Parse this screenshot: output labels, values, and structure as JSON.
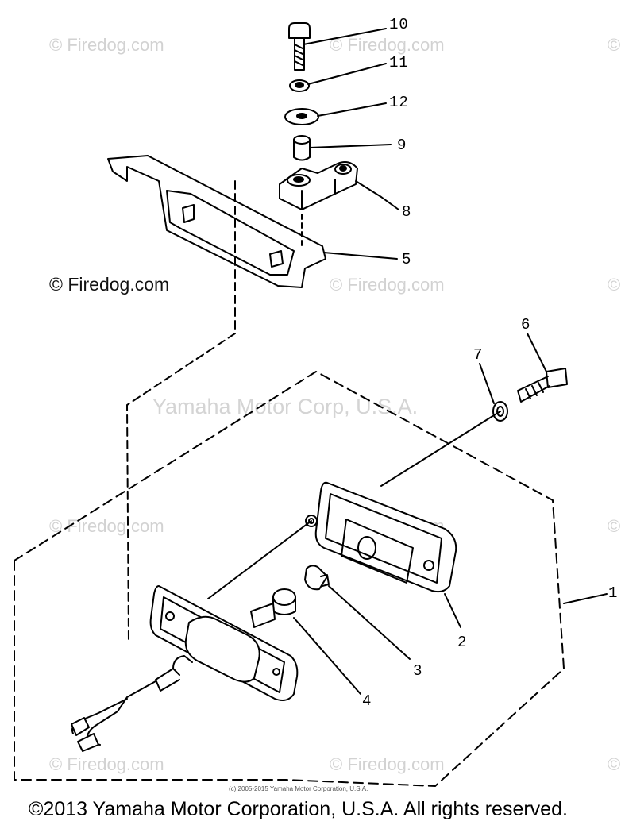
{
  "watermark_text": "© Firedog.com",
  "watermark_main": "© Firedog.com",
  "watermark_yamaha": "Yamaha Motor Corp, U.S.A.",
  "small_copyright": "(c) 2005-2015 Yamaha Motor Corporation, U.S.A.",
  "footer_copyright": "©2013 Yamaha Motor Corporation, U.S.A. All rights reserved.",
  "callouts": {
    "c10": "10",
    "c11": "11",
    "c12": "12",
    "c9": "9",
    "c8": "8",
    "c5": "5",
    "c6": "6",
    "c7": "7",
    "c1": "1",
    "c2": "2",
    "c3": "3",
    "c4": "4"
  }
}
